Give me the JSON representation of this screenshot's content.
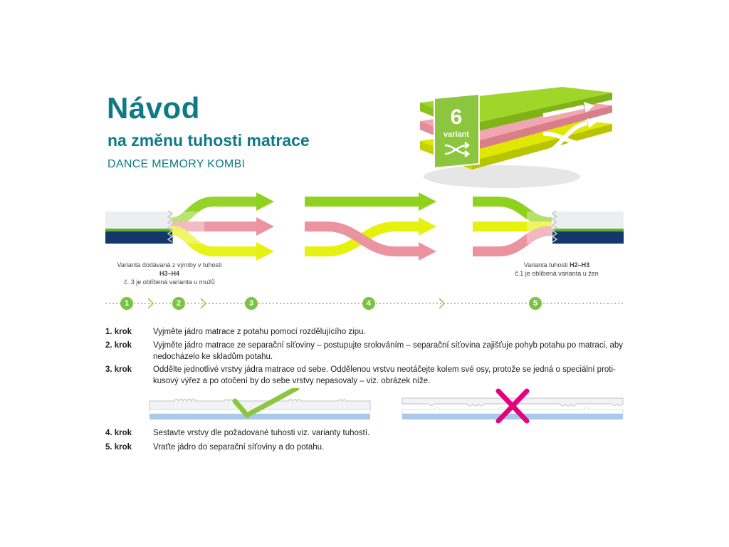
{
  "header": {
    "title": "Návod",
    "subtitle": "na změnu tuhosti matrace",
    "product": "DANCE MEMORY KOMBI"
  },
  "badge": {
    "number": "6",
    "label": "variant"
  },
  "captions": {
    "left_line1_prefix": "Varianta dodávaná z výroby v tuhosti ",
    "left_line1_bold": "H3–H4",
    "left_line2": "č. 3 je oblíbená varianta u mužů",
    "right_line1_prefix": "Varianta tuhosti ",
    "right_line1_bold": "H2–H3",
    "right_line2": "č.1 je oblíbená varianta u žen"
  },
  "steps": [
    "1",
    "2",
    "3",
    "4",
    "5"
  ],
  "instructions": [
    {
      "label": "1. krok",
      "text": "Vyjměte jádro matrace z potahu pomocí rozdělujícího zipu."
    },
    {
      "label": "2. krok",
      "text": "Vyjměte jádro matrace ze separační síťoviny – postupujte srolováním – separační síťovina zajišťuje pohyb potahu po matraci, aby nedocházelo ke skladům potahu."
    },
    {
      "label": "3. krok",
      "text": "Oddělte jednotlivé vrstvy jádra matrace od sebe. Oddělenou vrstvu neotáčejte kolem své osy, protože se jedná o speciální proti-kusový výřez a po otočení by do sebe vrstvy nepasovaly – viz. obrázek níže."
    },
    {
      "label": "4. krok",
      "text": "Sestavte vrstvy dle požadované tuhosti viz. varianty tuhostí."
    },
    {
      "label": "5. krok",
      "text": "Vraťte jádro do separační síťoviny a do potahu."
    }
  ],
  "colors": {
    "teal": "#0e7a86",
    "green": "#8ed21d",
    "pink": "#ec93a0",
    "yellow": "#e6f20e",
    "navy": "#13376b",
    "ok_green": "#8cc63f",
    "wrong_magenta": "#e5007e"
  }
}
